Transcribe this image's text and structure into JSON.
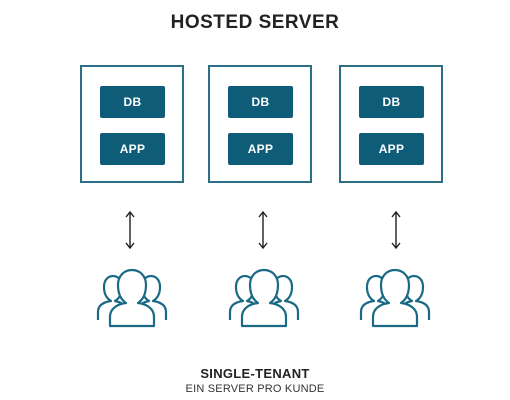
{
  "title": "HOSTED SERVER",
  "colors": {
    "accent": "#0f5c78",
    "border": "#2b6e85",
    "icon": "#1a6a86"
  },
  "servers": [
    {
      "db_label": "DB",
      "app_label": "APP"
    },
    {
      "db_label": "DB",
      "app_label": "APP"
    },
    {
      "db_label": "DB",
      "app_label": "APP"
    }
  ],
  "icons": {
    "arrow": "double-arrow-vertical-icon",
    "users": "users-group-icon"
  },
  "caption": {
    "title": "SINGLE-TENANT",
    "subtitle": "EIN SERVER PRO KUNDE"
  }
}
